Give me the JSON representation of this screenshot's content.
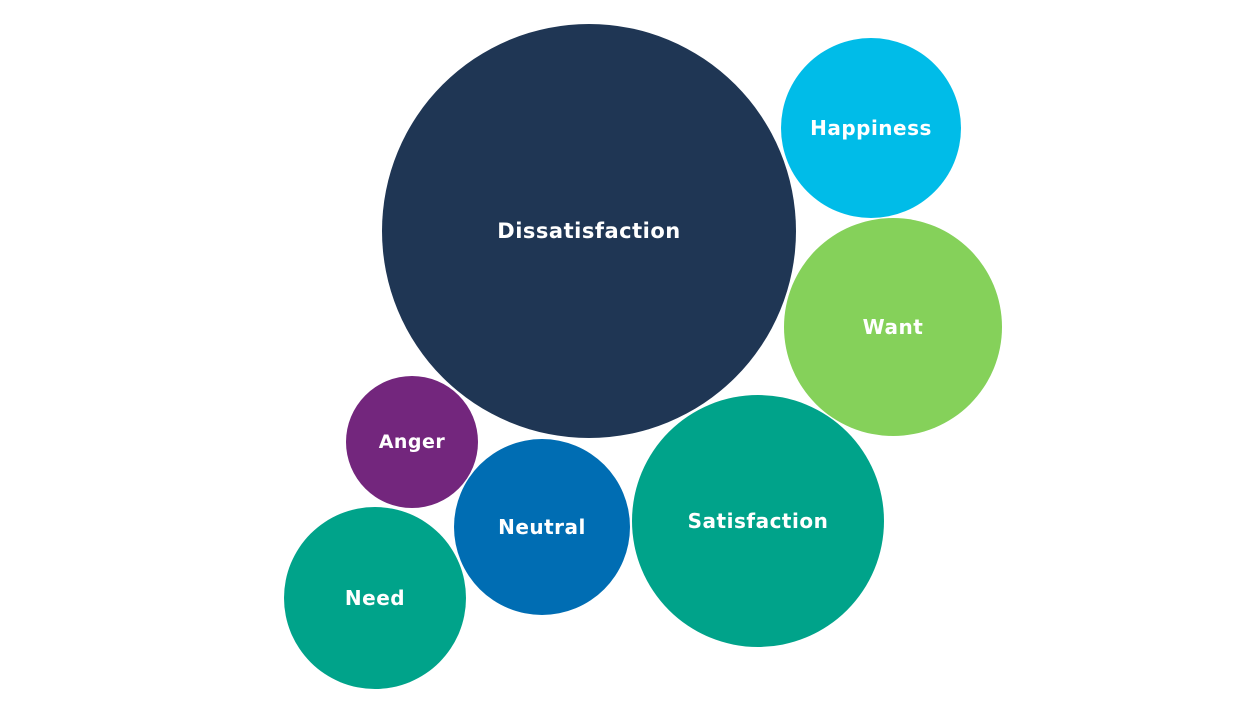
{
  "chart_data": {
    "type": "bubble",
    "title": "",
    "legend": "none",
    "bubbles": [
      {
        "label": "Dissatisfaction",
        "value": 100,
        "color": "#1f3654"
      },
      {
        "label": "Satisfaction",
        "value": 37,
        "color": "#00a38a"
      },
      {
        "label": "Want",
        "value": 28,
        "color": "#85d15a"
      },
      {
        "label": "Happiness",
        "value": 19,
        "color": "#00bce8"
      },
      {
        "label": "Need",
        "value": 19,
        "color": "#00a38a"
      },
      {
        "label": "Neutral",
        "value": 18,
        "color": "#006db3"
      },
      {
        "label": "Anger",
        "value": 10,
        "color": "#73267d"
      }
    ]
  }
}
